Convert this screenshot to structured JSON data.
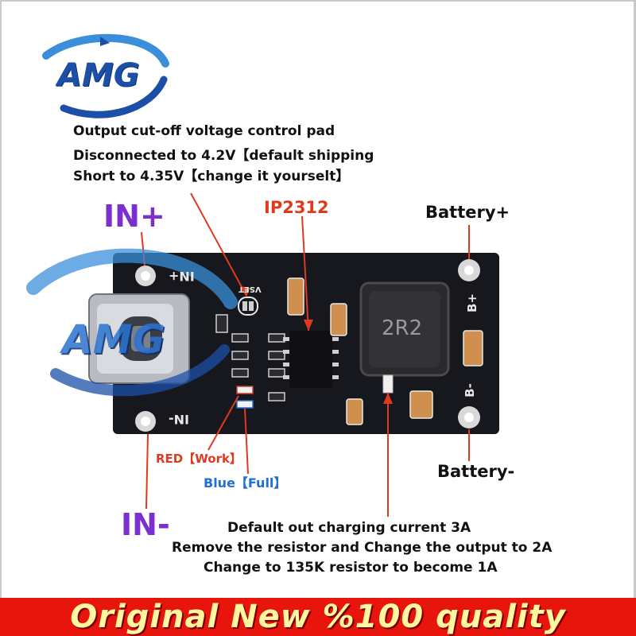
{
  "logo": {
    "brand": "AMG",
    "watermark": "AMG",
    "colors": {
      "main": "#1b4fa8",
      "swoosh": "#3b8fd9"
    }
  },
  "labels": {
    "pad_line1": "Output cut-off voltage control pad",
    "pad_line2": "Disconnected to 4.2V【default shipping",
    "pad_line3": "Short to 4.35V【change it yourselt】",
    "chip": "IP2312",
    "in_plus": "IN+",
    "in_minus": "IN-",
    "battery_plus": "Battery+",
    "battery_minus": "Battery-",
    "led_red": "RED【Work】",
    "led_blue": "Blue【Full】",
    "current_line1": "Default out charging current 3A",
    "current_line2": "Remove the resistor and Change the output to 2A",
    "current_line3": "Change to 135K resistor to become 1A"
  },
  "board": {
    "silk_in_plus": "IN+",
    "silk_in_minus": "IN-",
    "silk_b_plus": "B+",
    "silk_b_minus": "B-",
    "silk_vset": "VSET",
    "inductor_marking": "2R2",
    "colors": {
      "pcb": "#17181d",
      "silk": "#e8e8e8",
      "pad": "#d9d9d9",
      "inductor": "#2a2a2c"
    }
  },
  "banner": {
    "text": "Original New %100 quality",
    "colors": {
      "bg": "#e8150c",
      "text": "#fff6a0"
    }
  }
}
